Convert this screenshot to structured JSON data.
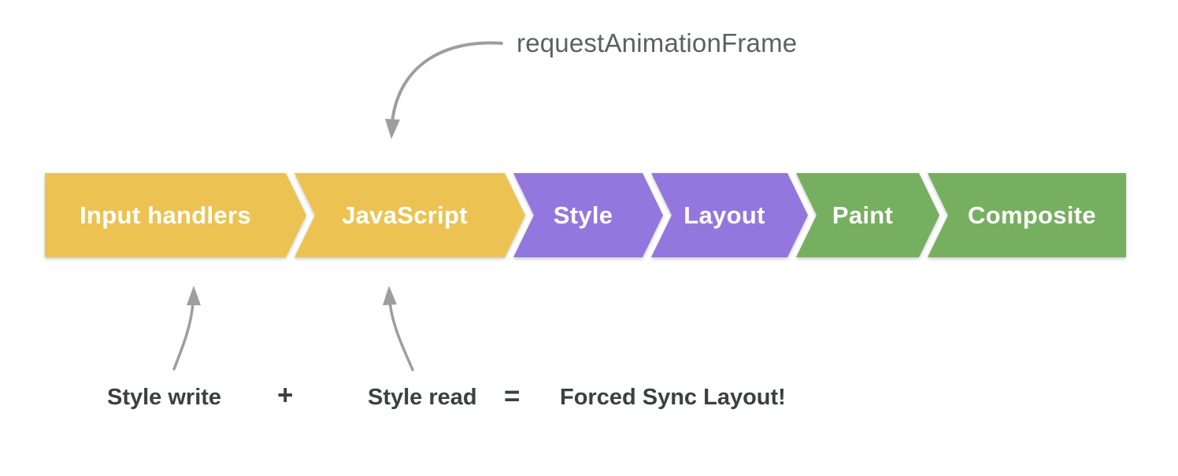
{
  "colors": {
    "background": "#ffffff",
    "script_yellow": "#ECC353",
    "render_purple": "#9377DE",
    "paint_green": "#76AF60",
    "arrow_gray": "#9e9e9e",
    "annotation_text": "#5d6063",
    "equation_text": "#3c4043",
    "segment_text": "#ffffff"
  },
  "annotation": {
    "raf_label": "requestAnimationFrame"
  },
  "pipeline": {
    "segments": [
      {
        "label": "Input handlers",
        "color": "#ECC353"
      },
      {
        "label": "JavaScript",
        "color": "#ECC353"
      },
      {
        "label": "Style",
        "color": "#9377DE"
      },
      {
        "label": "Layout",
        "color": "#9377DE"
      },
      {
        "label": "Paint",
        "color": "#76AF60"
      },
      {
        "label": "Composite",
        "color": "#76AF60"
      }
    ]
  },
  "equation": {
    "left_label": "Style write",
    "plus_operator": "+",
    "right_label": "Style read",
    "equals_operator": "=",
    "result_label": "Forced Sync Layout!"
  }
}
